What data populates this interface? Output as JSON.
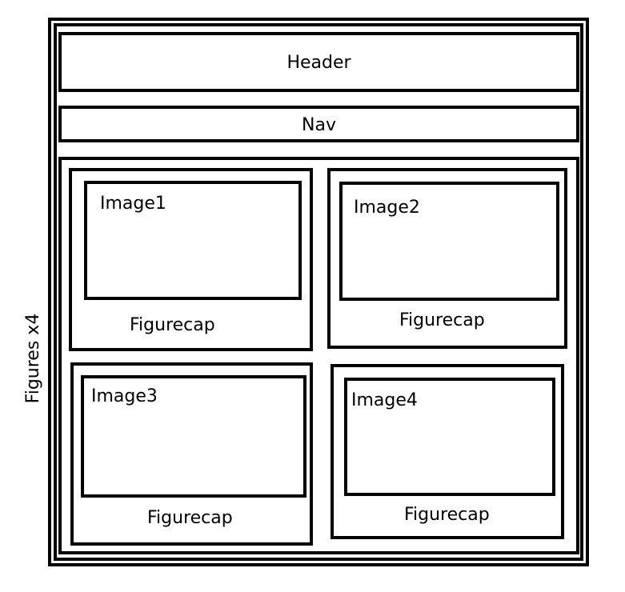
{
  "header": {
    "label": "Header"
  },
  "nav": {
    "label": "Nav"
  },
  "side_label": "Figures x4",
  "figures": [
    {
      "image_label": "Image1",
      "caption": "Figurecap"
    },
    {
      "image_label": "Image2",
      "caption": "Figurecap"
    },
    {
      "image_label": "Image3",
      "caption": "Figurecap"
    },
    {
      "image_label": "Image4",
      "caption": "Figurecap"
    }
  ]
}
